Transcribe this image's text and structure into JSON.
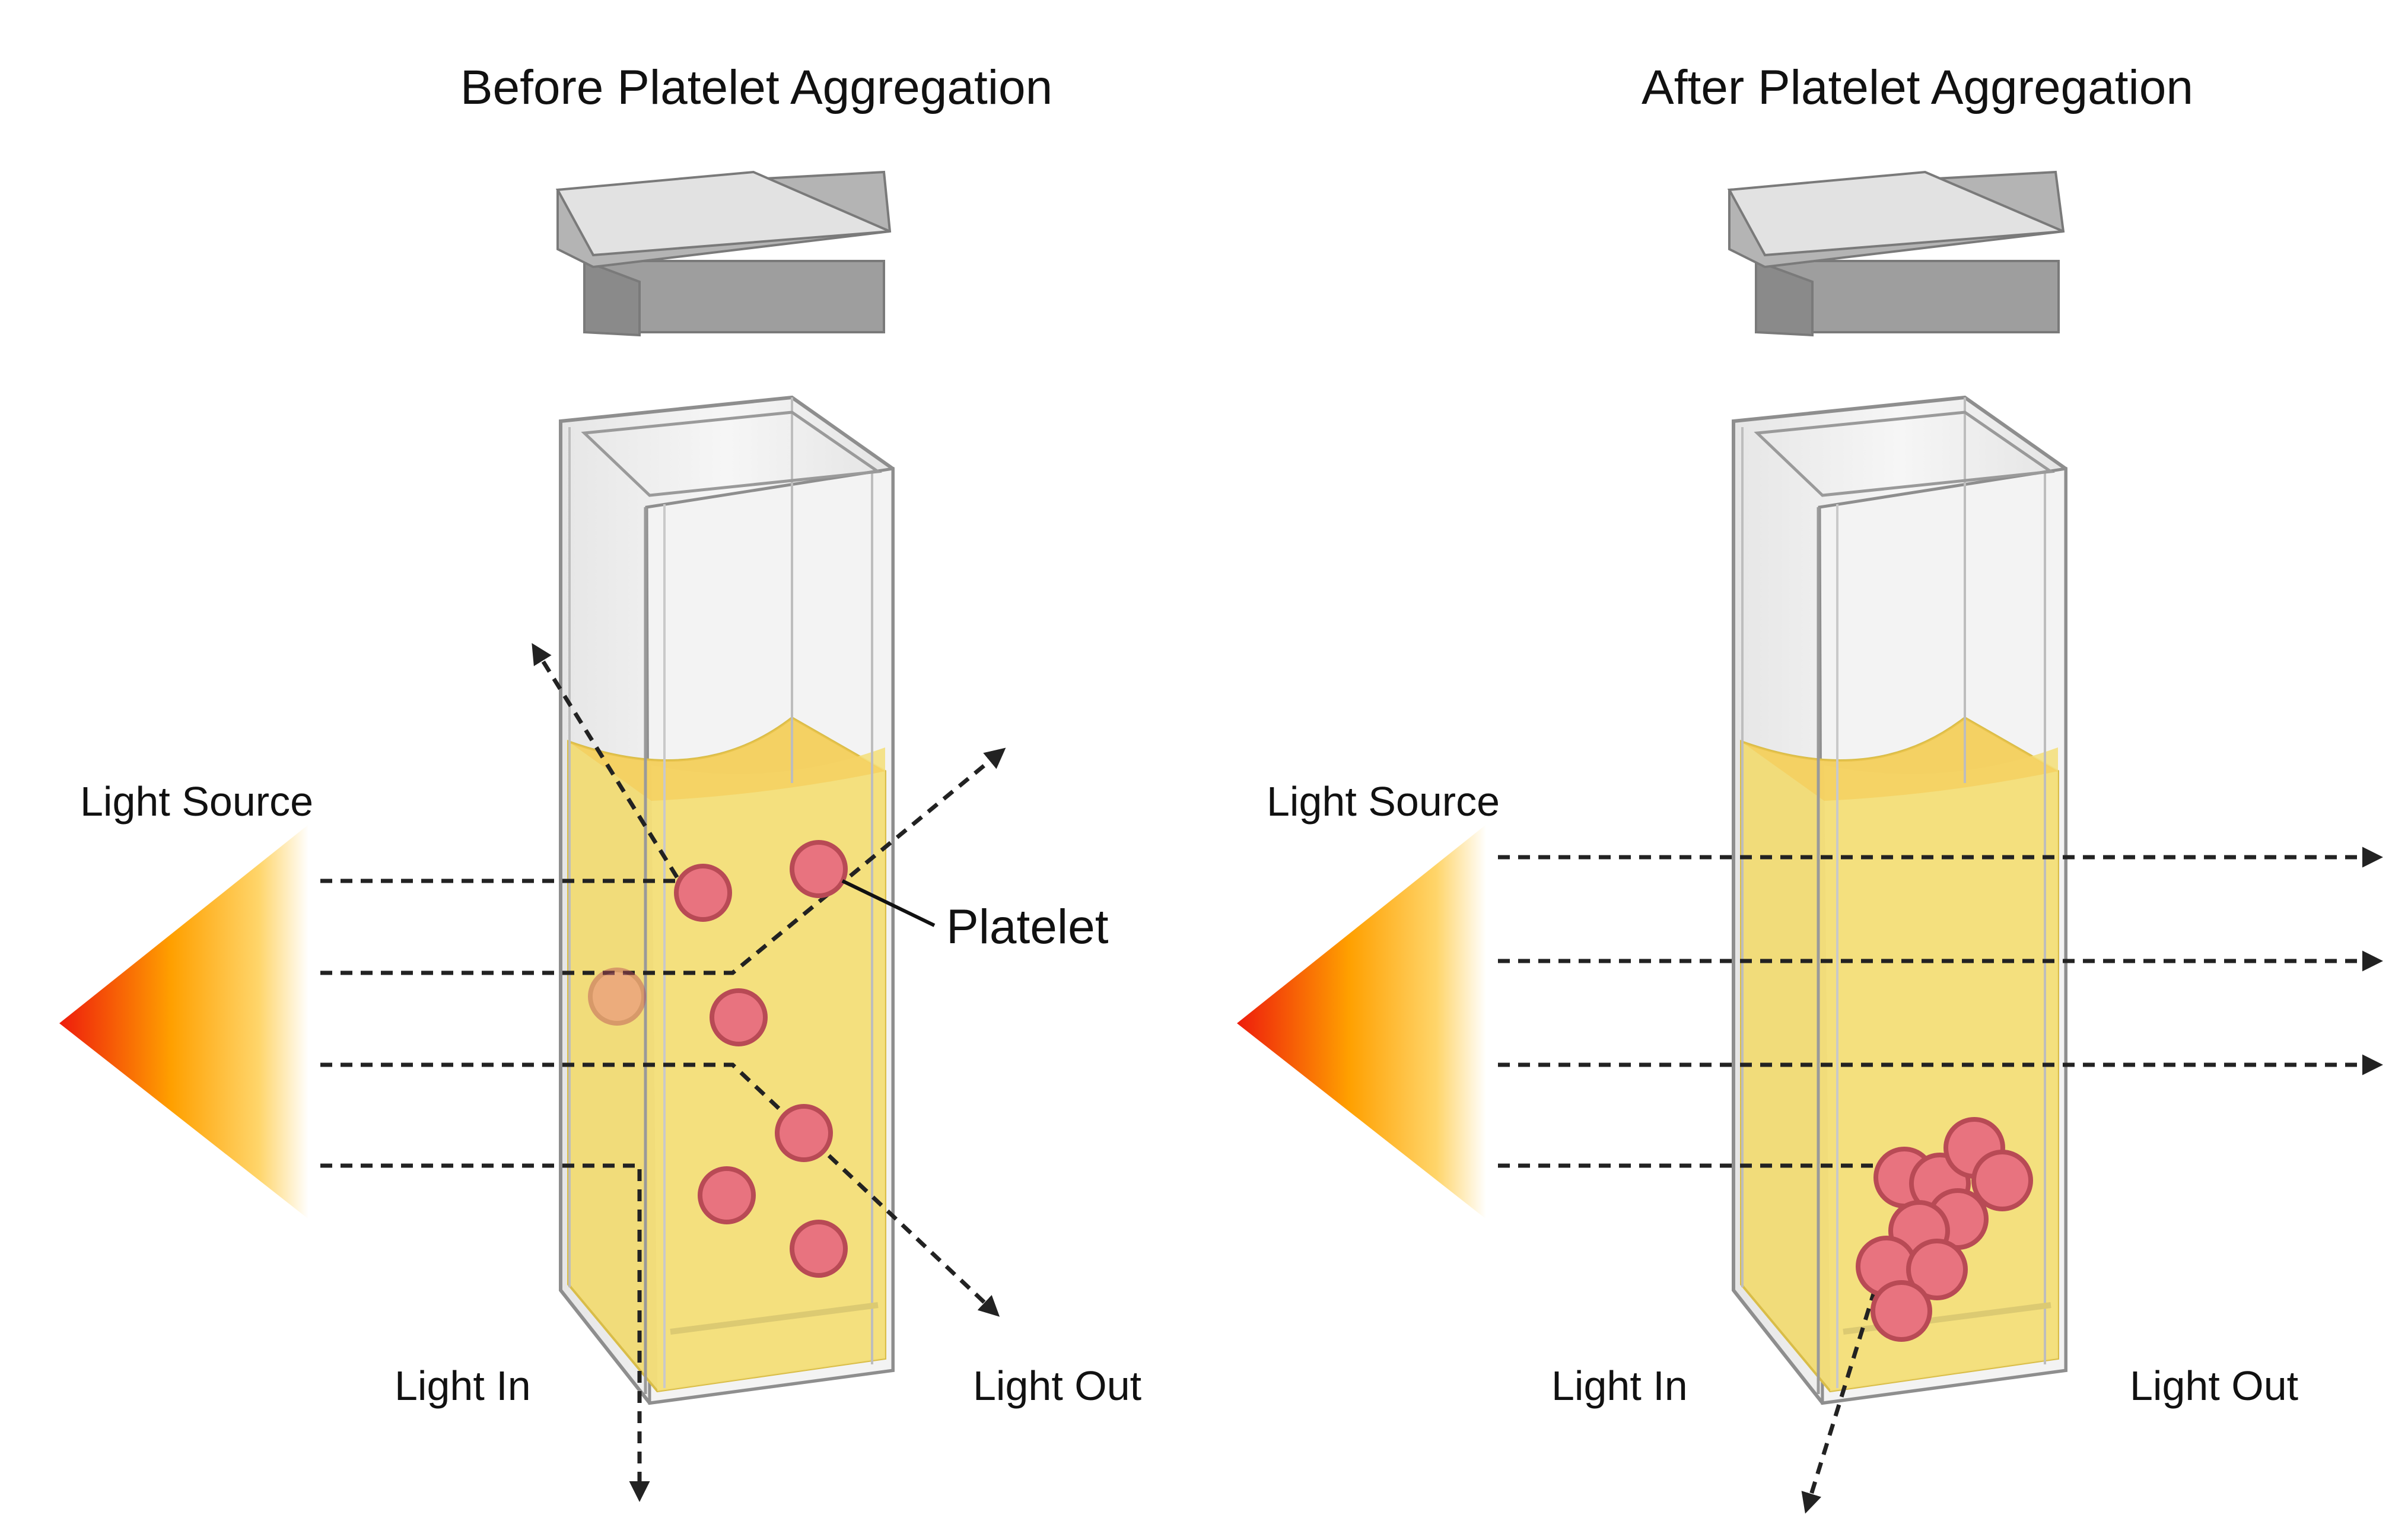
{
  "panels": [
    {
      "title": "Before Platelet Aggregation",
      "light_source_label": "Light Source",
      "light_in_label": "Light In",
      "light_out_label": "Light Out",
      "platelet_label": "Platelet"
    },
    {
      "title": "After Platelet Aggregation",
      "light_source_label": "Light Source",
      "light_in_label": "Light In",
      "light_out_label": "Light Out"
    }
  ],
  "colors": {
    "plasma": "#f1dc7a",
    "platelet_fill": "#e8737f",
    "platelet_stroke": "#b84a55",
    "cap_top": "#e2e2e2",
    "cap_side": "#9b9b9b",
    "glass_stroke": "#8e8e8e",
    "beam": "#222222",
    "source_gradient": [
      "#ee1c0c",
      "#ffa000",
      "#ffffff"
    ]
  }
}
